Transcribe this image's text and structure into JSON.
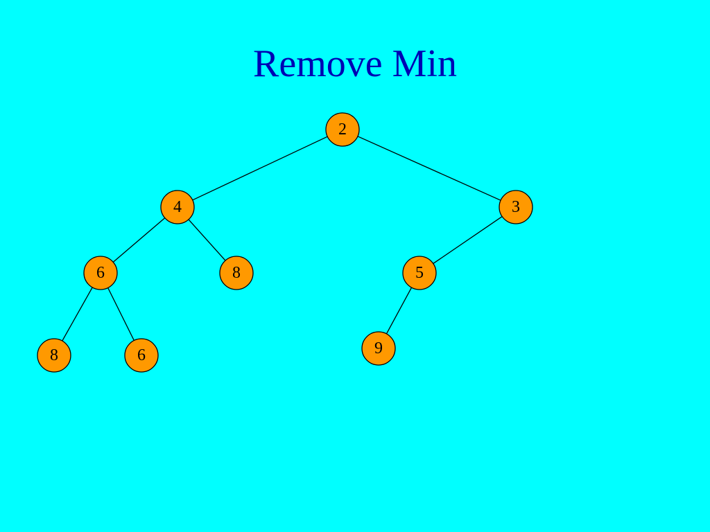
{
  "title": "Remove Min",
  "colors": {
    "background": "#00ffff",
    "title": "#0000b4",
    "node_fill": "#ff9900",
    "node_stroke": "#000000",
    "edge": "#000000"
  },
  "tree": {
    "nodes": [
      {
        "id": "n2",
        "value": "2"
      },
      {
        "id": "n4",
        "value": "4"
      },
      {
        "id": "n3",
        "value": "3"
      },
      {
        "id": "n6a",
        "value": "6"
      },
      {
        "id": "n8a",
        "value": "8"
      },
      {
        "id": "n5",
        "value": "5"
      },
      {
        "id": "n8b",
        "value": "8"
      },
      {
        "id": "n6b",
        "value": "6"
      },
      {
        "id": "n9",
        "value": "9"
      }
    ],
    "edges": [
      [
        "n2",
        "n4"
      ],
      [
        "n2",
        "n3"
      ],
      [
        "n4",
        "n6a"
      ],
      [
        "n4",
        "n8a"
      ],
      [
        "n3",
        "n5"
      ],
      [
        "n6a",
        "n8b"
      ],
      [
        "n6a",
        "n6b"
      ],
      [
        "n5",
        "n9"
      ]
    ]
  }
}
